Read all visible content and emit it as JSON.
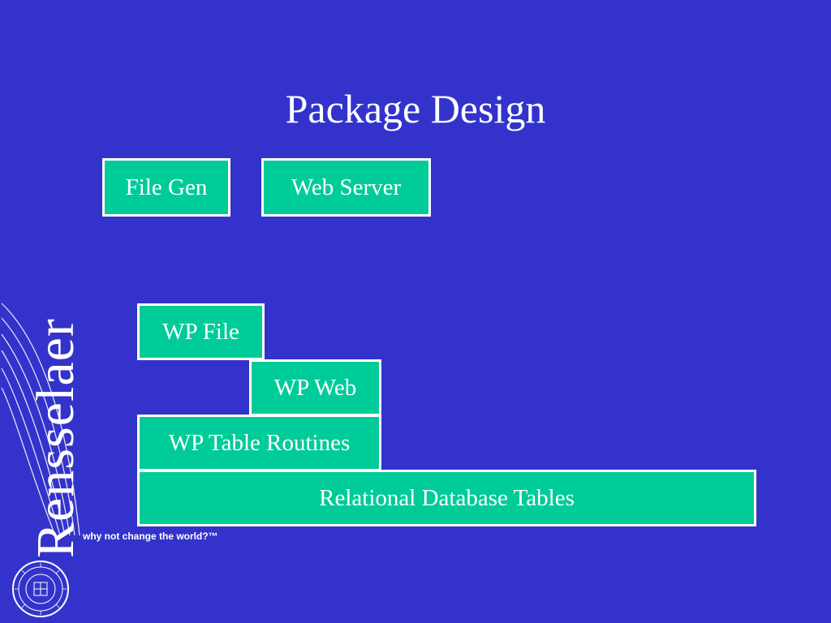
{
  "slide": {
    "title": "Package Design",
    "background_color": "#3333cc",
    "box_color": "#00cc99"
  },
  "top_row": {
    "file_gen": "File Gen",
    "web_server": "Web Server"
  },
  "stack": {
    "wp_file": "WP File",
    "wp_web": "WP Web",
    "wp_table_routines": "WP Table Routines",
    "relational_tables": "Relational Database Tables"
  },
  "branding": {
    "wordmark": "Rensselaer",
    "tagline": "why not change the world?™",
    "seal_icon": "rensselaer-seal-icon",
    "swoosh_icon": "swoosh-lines-icon"
  }
}
